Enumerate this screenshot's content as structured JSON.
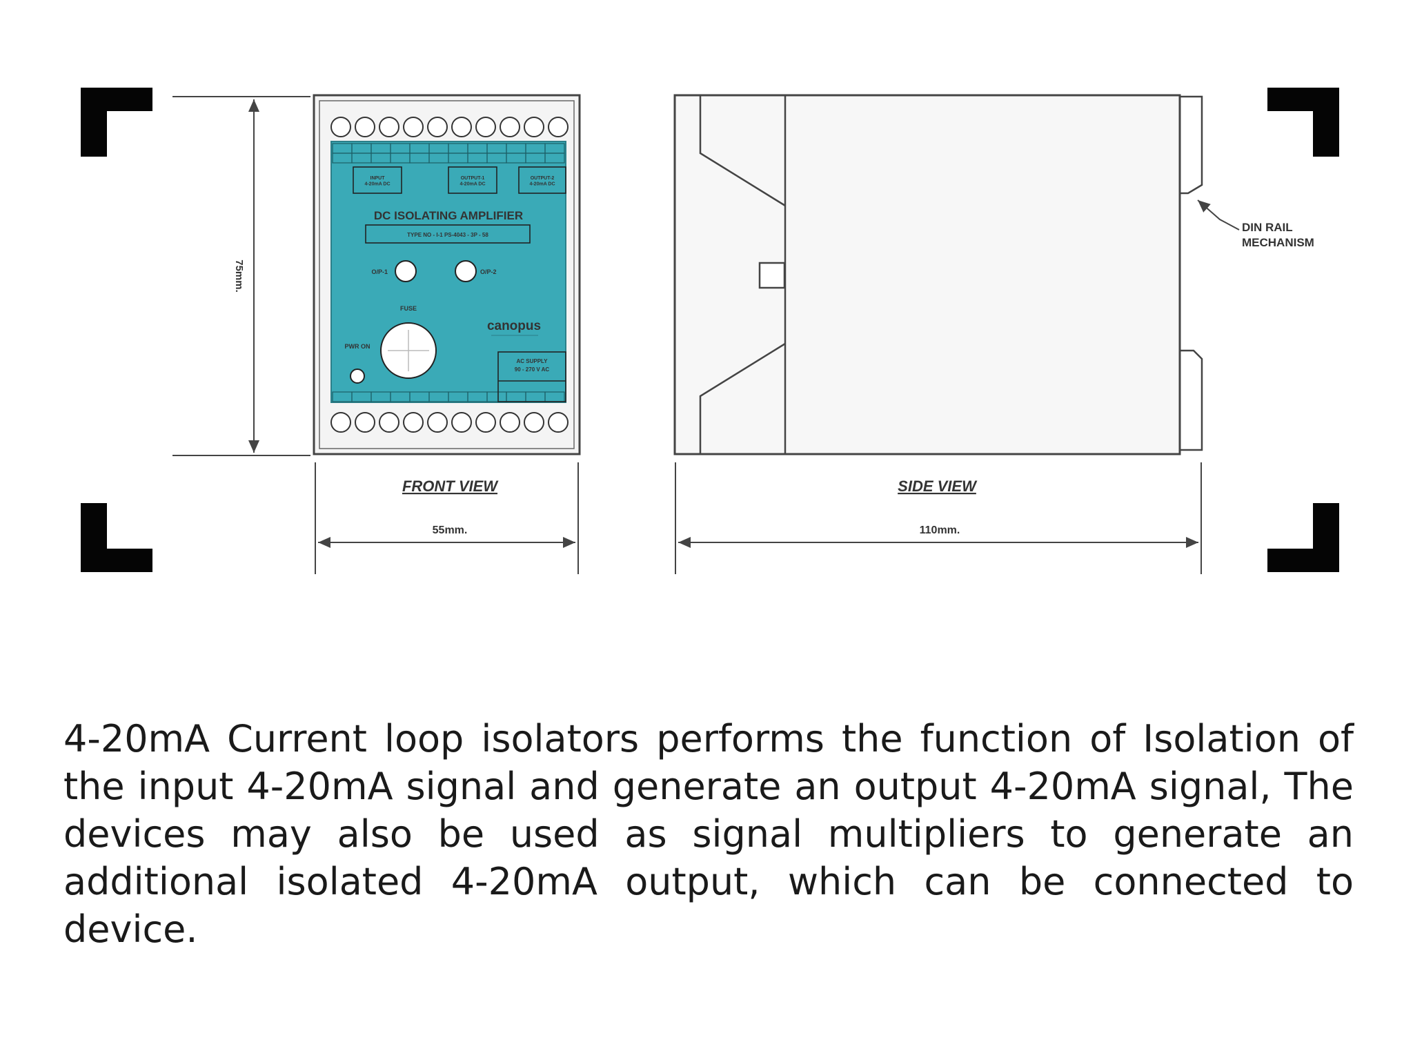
{
  "front_view": {
    "title": "FRONT VIEW",
    "width_dim": "55mm.",
    "height_dim": "75mm.",
    "panel": {
      "title": "DC ISOLATING AMPLIFIER",
      "type_code": "TYPE NO - I-1 PS-4043 - 3P - 58",
      "output_1": "O/P-1",
      "output_2": "O/P-2",
      "fuse": "FUSE",
      "power_on": "PWR ON",
      "brand": "canopus",
      "input_box": "INPUT\n4-20mA DC",
      "output1_box": "OUTPUT-1\n4-20mA DC",
      "output2_box": "OUTPUT-2\n4-20mA DC",
      "supply_box": "AC SUPPLY\n90 - 270 V AC"
    }
  },
  "side_view": {
    "title": "SIDE VIEW",
    "width_dim": "110mm.",
    "callout": "DIN RAIL\nMECHANISM"
  },
  "description": "4-20mA Current loop isolators performs the function of Isolation of the input 4-20mA signal and generate an output 4-20mA signal, The devices may also be used as signal multipliers to generate an additional isolated 4-20mA output, which can be connected to device.",
  "colors": {
    "panel": "#3aaab7",
    "line": "#444444",
    "corner_marks": "#050505"
  }
}
